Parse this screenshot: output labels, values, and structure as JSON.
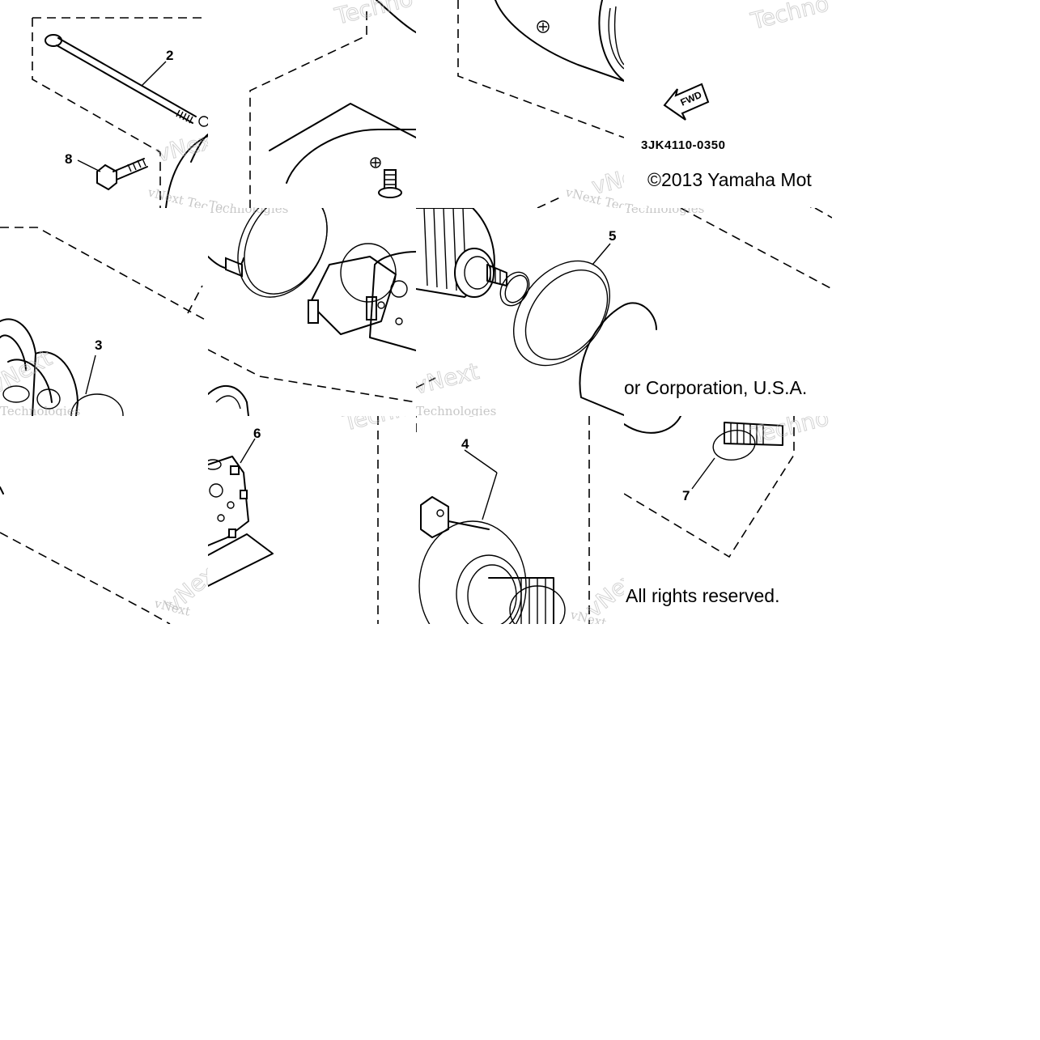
{
  "diagram": {
    "callouts": {
      "c2": "2",
      "c3": "3",
      "c4": "4",
      "c5": "5",
      "c6": "6",
      "c7": "7",
      "c8": "8"
    },
    "fwd_label": "FWD",
    "part_number": "3JK4110-0350",
    "copyright_line1": "©2013 Yamaha Mot",
    "copyright_line2": "or Corporation, U.S.A.",
    "copyright_line3": "All rights reserved."
  },
  "watermarks": {
    "techno": "Techno",
    "vnext_tec": "vNext Tec",
    "technologies": "Technologies",
    "vnext": "vNext"
  }
}
